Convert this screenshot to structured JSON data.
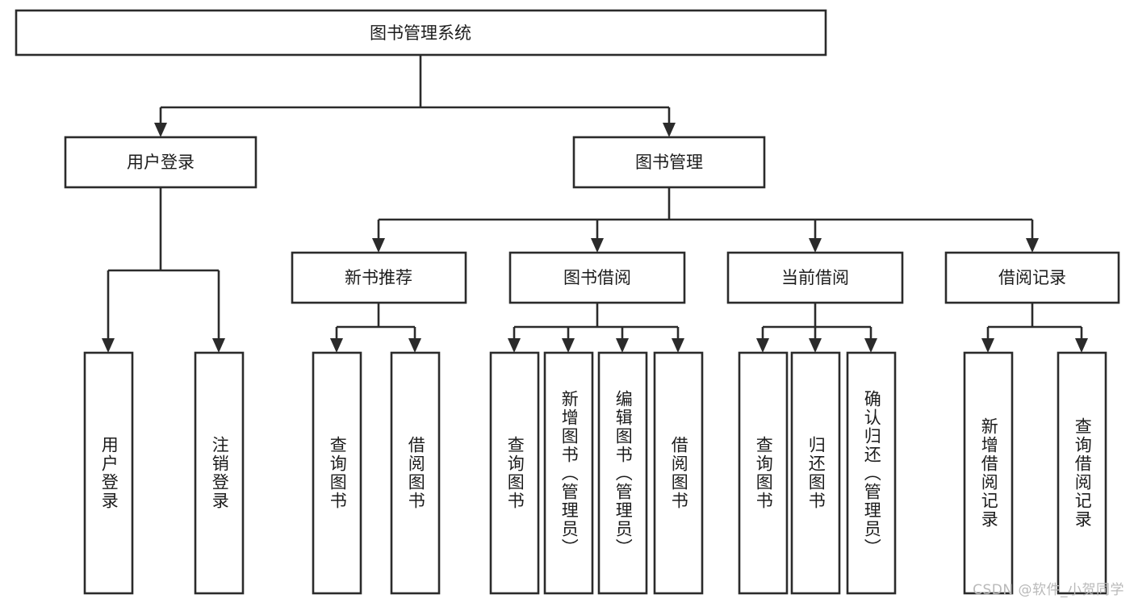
{
  "diagram": {
    "type": "tree-hierarchy",
    "title": "图书管理系统",
    "watermark": "CSDN @软件_小贺同学",
    "colors": {
      "stroke": "#2b2b2b",
      "fill": "#ffffff",
      "text": "#1c1c1c",
      "watermark": "#b9b9b9",
      "background": "#ffffff"
    },
    "root": {
      "id": "root",
      "label": "图书管理系统"
    },
    "level2": [
      {
        "id": "user-login",
        "label": "用户登录"
      },
      {
        "id": "book-management",
        "label": "图书管理"
      }
    ],
    "level3": [
      {
        "id": "new-book-recommend",
        "label": "新书推荐",
        "parent": "book-management"
      },
      {
        "id": "book-borrow",
        "label": "图书借阅",
        "parent": "book-management"
      },
      {
        "id": "current-borrow",
        "label": "当前借阅",
        "parent": "book-management"
      },
      {
        "id": "borrow-record",
        "label": "借阅记录",
        "parent": "book-management"
      }
    ],
    "leaves": [
      {
        "id": "leaf-user-login",
        "label": "用户登录",
        "parent": "user-login"
      },
      {
        "id": "leaf-logout-login",
        "label": "注销登录",
        "parent": "user-login"
      },
      {
        "id": "leaf-query-book-1",
        "label": "查询图书",
        "parent": "new-book-recommend"
      },
      {
        "id": "leaf-borrow-book-1",
        "label": "借阅图书",
        "parent": "new-book-recommend"
      },
      {
        "id": "leaf-query-book-2",
        "label": "查询图书",
        "parent": "book-borrow"
      },
      {
        "id": "leaf-add-book",
        "label": "新增图书（管理员）",
        "parent": "book-borrow"
      },
      {
        "id": "leaf-edit-book",
        "label": "编辑图书（管理员）",
        "parent": "book-borrow"
      },
      {
        "id": "leaf-borrow-book-2",
        "label": "借阅图书",
        "parent": "book-borrow"
      },
      {
        "id": "leaf-query-book-3",
        "label": "查询图书",
        "parent": "current-borrow"
      },
      {
        "id": "leaf-return-book",
        "label": "归还图书",
        "parent": "current-borrow"
      },
      {
        "id": "leaf-confirm-return",
        "label": "确认归还（管理员）",
        "parent": "current-borrow"
      },
      {
        "id": "leaf-add-record",
        "label": "新增借阅记录",
        "parent": "borrow-record"
      },
      {
        "id": "leaf-query-record",
        "label": "查询借阅记录",
        "parent": "borrow-record"
      }
    ]
  }
}
